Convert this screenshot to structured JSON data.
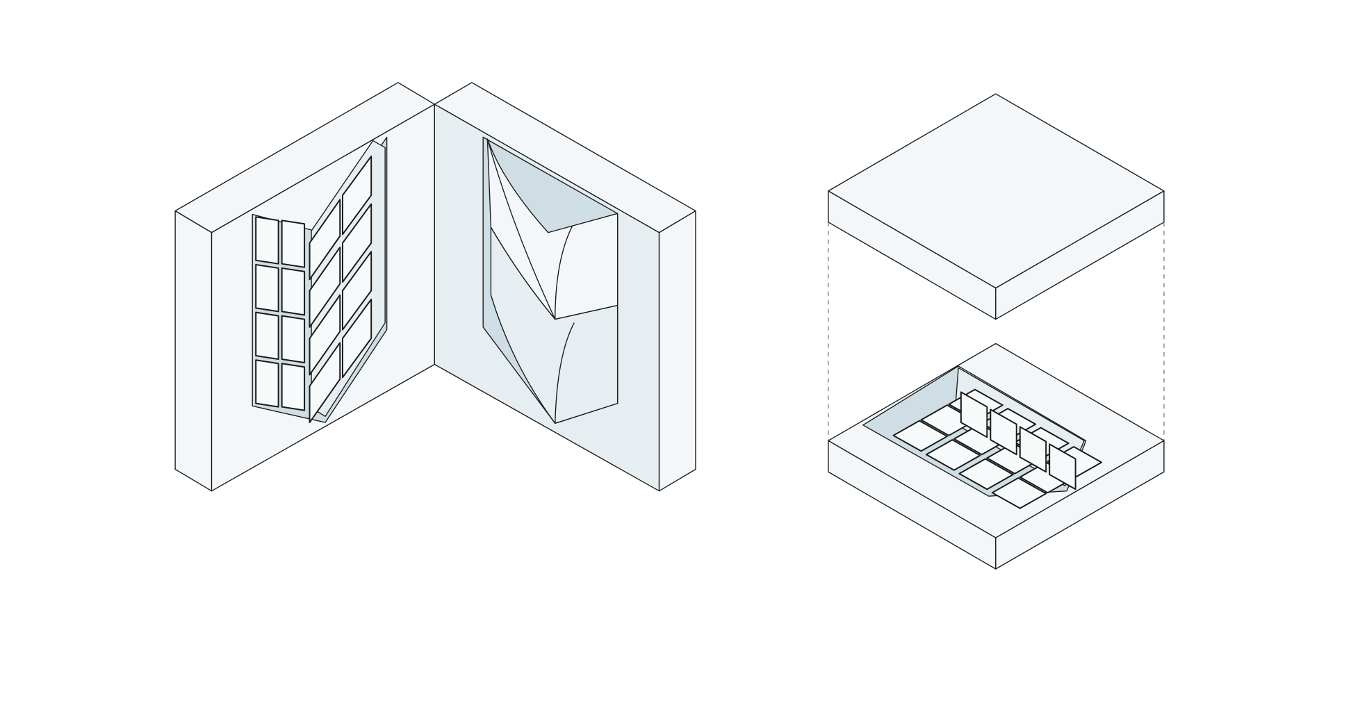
{
  "diagram": {
    "colors": {
      "face": "#f3f7f9",
      "shade": "#e6eef2",
      "cavity": "#cfdde4",
      "line": "#1a1a1a",
      "background": "#ffffff"
    },
    "objects": [
      {
        "name": "corner-wall-with-tiled-cavity"
      },
      {
        "name": "corner-wall-with-folded-cavity"
      },
      {
        "name": "exploded-slab-lid"
      },
      {
        "name": "exploded-slab-base-with-tiled-cavity"
      }
    ]
  }
}
